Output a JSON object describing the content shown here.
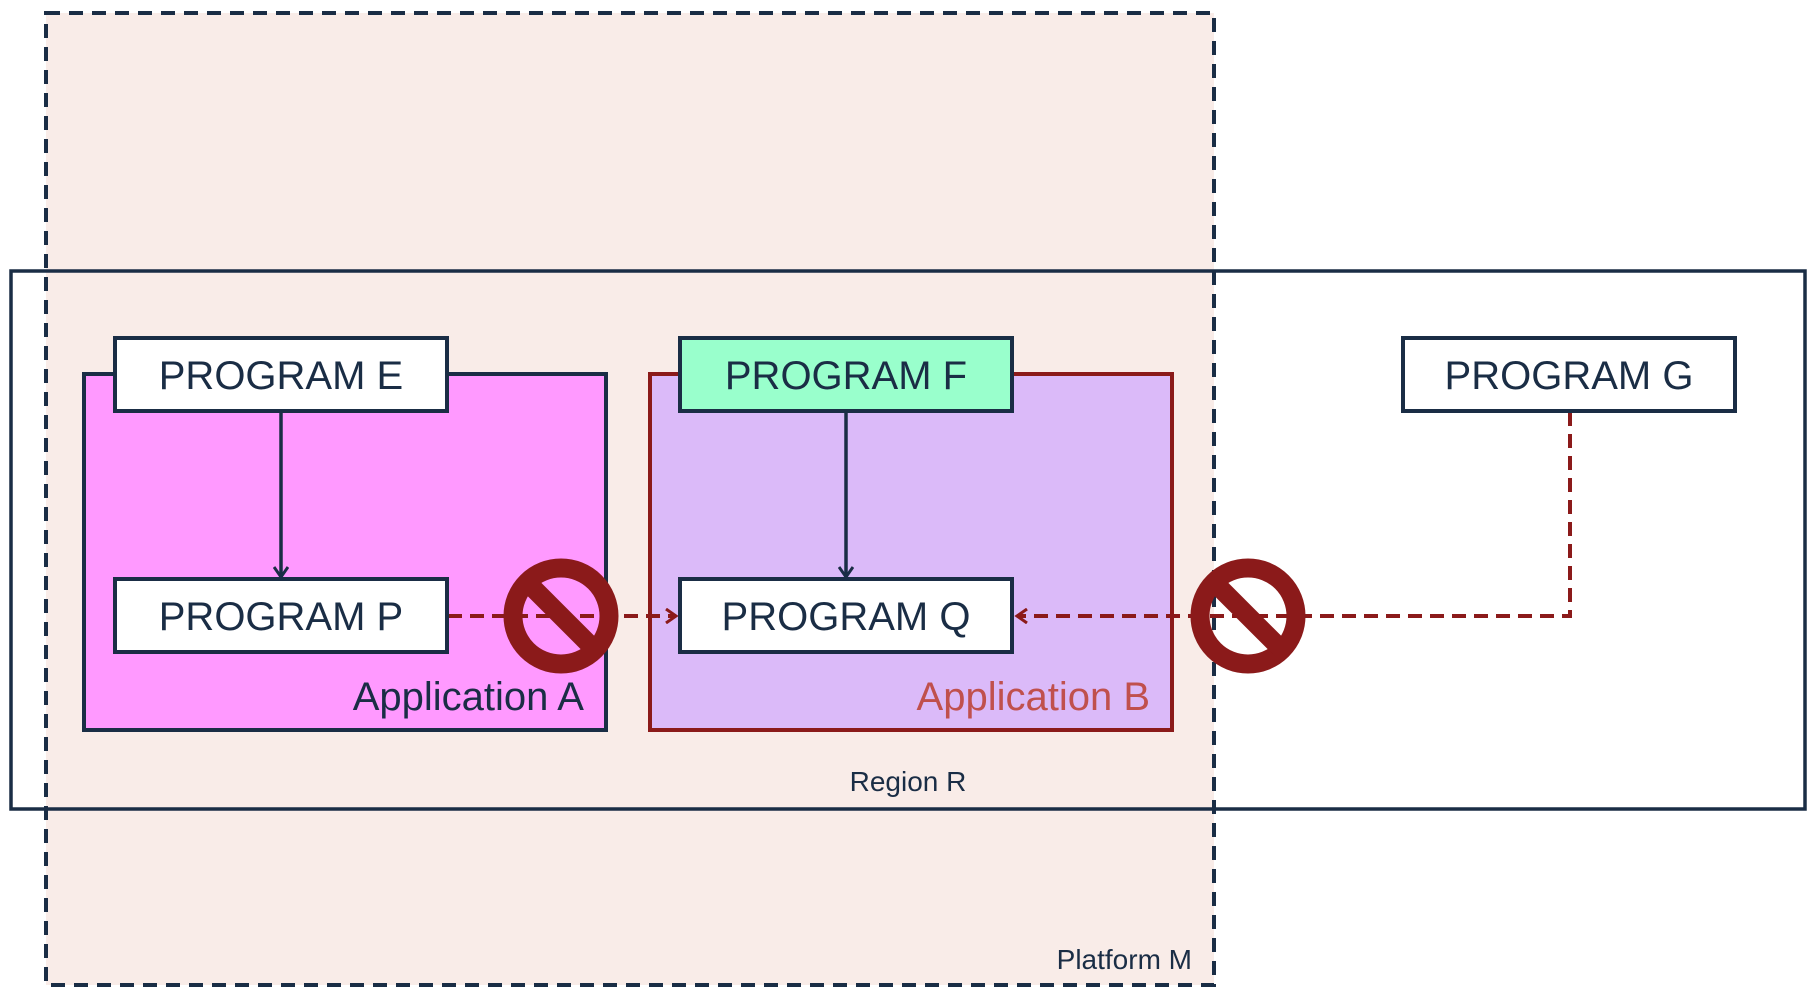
{
  "platform": {
    "label": "Platform M",
    "fill": "#f9ece8",
    "stroke": "#1a2d45"
  },
  "region": {
    "label": "Region R",
    "stroke": "#1a2d45"
  },
  "applications": [
    {
      "id": "app-a",
      "label": "Application A",
      "fill": "#ff99ff",
      "stroke": "#1a2d45",
      "label_color": "#1a2d45"
    },
    {
      "id": "app-b",
      "label": "Application B",
      "fill": "#dbbaf9",
      "stroke": "#8b1a1a",
      "label_color": "#c0504d"
    }
  ],
  "programs": [
    {
      "id": "E",
      "label": "PROGRAM E",
      "fill": "#ffffff"
    },
    {
      "id": "P",
      "label": "PROGRAM P",
      "fill": "#ffffff"
    },
    {
      "id": "F",
      "label": "PROGRAM F",
      "fill": "#99ffcc"
    },
    {
      "id": "Q",
      "label": "PROGRAM Q",
      "fill": "#ffffff"
    },
    {
      "id": "G",
      "label": "PROGRAM G",
      "fill": "#ffffff"
    }
  ],
  "connections": [
    {
      "from": "PROGRAM E",
      "to": "PROGRAM P",
      "style": "solid",
      "color": "#1a2d45"
    },
    {
      "from": "PROGRAM F",
      "to": "PROGRAM Q",
      "style": "solid",
      "color": "#1a2d45"
    },
    {
      "from": "PROGRAM P",
      "to": "PROGRAM Q",
      "style": "dashed",
      "color": "#8b1a1a",
      "blocked": true
    },
    {
      "from": "PROGRAM G",
      "to": "PROGRAM Q",
      "style": "dashed",
      "color": "#8b1a1a",
      "blocked": true
    }
  ],
  "blocked_icon": {
    "name": "prohibited-icon",
    "color": "#8b1a1a"
  },
  "colors": {
    "ink": "#1a2d45",
    "blocked": "#8b1a1a"
  }
}
